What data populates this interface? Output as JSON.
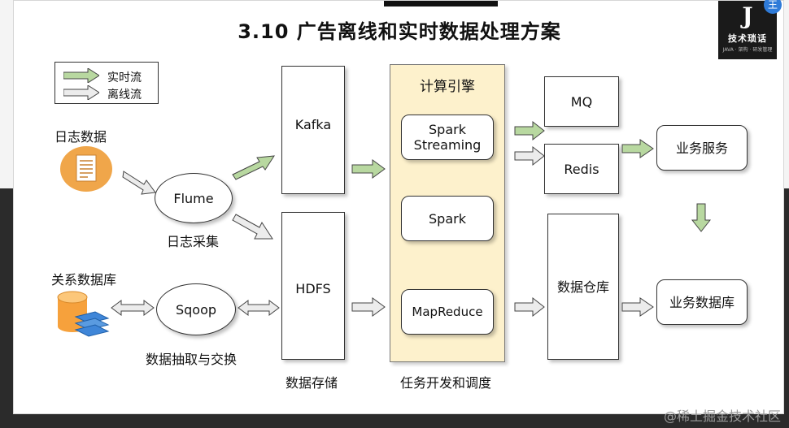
{
  "title": "3.10  广告离线和实时数据处理方案",
  "brand": {
    "letter": "J",
    "name": "技术琐话",
    "sub": "JAVA · 架构 · 研发管理",
    "badge": "王"
  },
  "legend": {
    "realtime": "实时流",
    "offline": "离线流"
  },
  "sources": {
    "log_data": "日志数据",
    "relational_db": "关系数据库"
  },
  "collect": {
    "flume": "Flume",
    "flume_caption": "日志采集",
    "sqoop": "Sqoop",
    "sqoop_caption": "数据抽取与交换"
  },
  "storage": {
    "kafka": "Kafka",
    "hdfs": "HDFS",
    "caption": "数据存储"
  },
  "engine": {
    "title": "计算引擎",
    "items": [
      "Spark\nStreaming",
      "Spark",
      "MapReduce"
    ],
    "caption": "任务开发和调度"
  },
  "outputs": {
    "mq": "MQ",
    "redis": "Redis",
    "warehouse": "数据仓库"
  },
  "apps": {
    "service": "业务服务",
    "database": "业务数据库"
  },
  "watermark": "@稀土掘金技术社区",
  "colors": {
    "realtime_arrow": "#b8d8a0",
    "offline_arrow": "#e6e6e6",
    "engine_bg": "#fdf1cc",
    "log_icon": "#f0a64a",
    "db_top": "#f6a13c",
    "db_stack": "#3f86d8"
  }
}
